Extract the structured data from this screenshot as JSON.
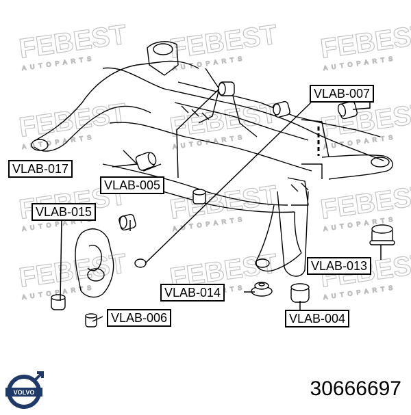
{
  "watermark": {
    "text": "FEBEST",
    "subtext": "AUTOPARTS"
  },
  "callouts": [
    {
      "id": "vlab-007",
      "label": "VLAB-007"
    },
    {
      "id": "vlab-017",
      "label": "VLAB-017"
    },
    {
      "id": "vlab-005",
      "label": "VLAB-005"
    },
    {
      "id": "vlab-015",
      "label": "VLAB-015"
    },
    {
      "id": "vlab-013",
      "label": "VLAB-013"
    },
    {
      "id": "vlab-014",
      "label": "VLAB-014"
    },
    {
      "id": "vlab-006",
      "label": "VLAB-006"
    },
    {
      "id": "vlab-004",
      "label": "VLAB-004"
    }
  ],
  "brand": {
    "logo_text": "VOLVO",
    "logo_icon": "volvo-logo-icon",
    "color": "#1f3a68"
  },
  "part_number": "30666697"
}
